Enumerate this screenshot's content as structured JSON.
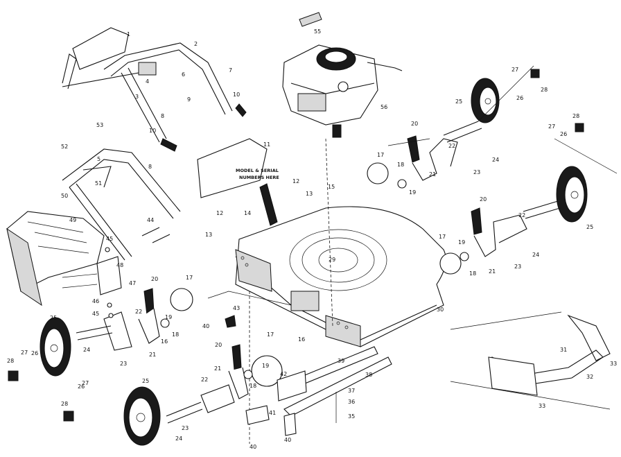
{
  "diagram": {
    "note_text": [
      "MODEL & SERIAL",
      "NUMBERS HERE"
    ],
    "part_labels": [
      "1",
      "2",
      "3",
      "4",
      "5",
      "6",
      "7",
      "8",
      "9",
      "10",
      "11",
      "12",
      "13",
      "14",
      "15",
      "16",
      "17",
      "18",
      "19",
      "20",
      "21",
      "22",
      "23",
      "24",
      "25",
      "26",
      "27",
      "28",
      "29",
      "30",
      "31",
      "32",
      "33",
      "35",
      "36",
      "37",
      "38",
      "39",
      "40",
      "41",
      "42",
      "43",
      "44",
      "45",
      "46",
      "47",
      "48",
      "49",
      "50",
      "51",
      "52",
      "53",
      "55",
      "56"
    ]
  }
}
